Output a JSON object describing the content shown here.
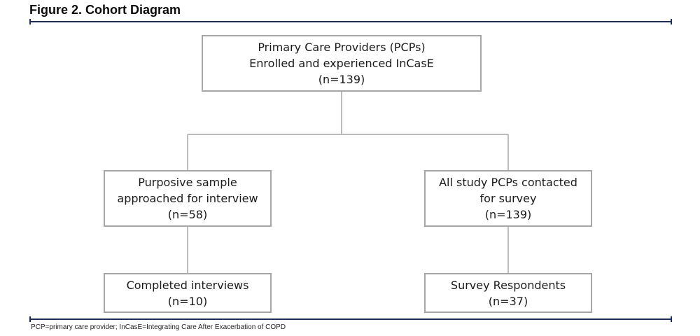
{
  "figure": {
    "title": "Figure 2. Cohort Diagram",
    "footnote": "PCP=primary care provider; InCasE=Integrating Care After Exacerbation of COPD"
  },
  "diagram": {
    "root": {
      "line1": "Primary Care Providers (PCPs)",
      "line2": "Enrolled and experienced InCasE",
      "count": "(n=139)"
    },
    "left_branch": {
      "line1": "Purposive sample",
      "line2": "approached for interview",
      "count": "(n=58)",
      "outcome": {
        "label": "Completed interviews",
        "count": "(n=10)"
      }
    },
    "right_branch": {
      "line1": "All study PCPs contacted",
      "line2": "for survey",
      "count": "(n=139)",
      "outcome": {
        "label": "Survey Respondents",
        "count": "(n=37)"
      }
    },
    "colors": {
      "box_border": "#a6a6a6",
      "connector": "#a6a6a6",
      "rule": "#1f2d5a"
    }
  }
}
